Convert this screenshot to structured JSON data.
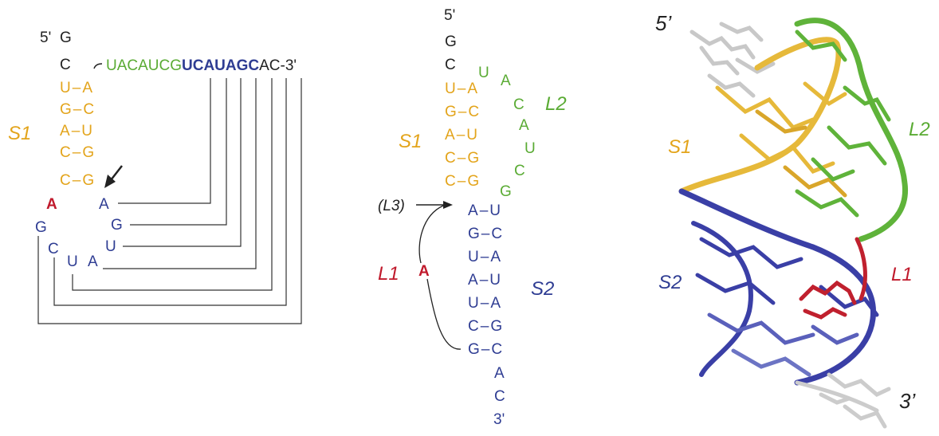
{
  "colors": {
    "black": "#222222",
    "orange": "#e3a41b",
    "green": "#5aab34",
    "blue": "#2f3d93",
    "red": "#c01a2c",
    "grey": "#c8c8c8",
    "blue_light": "#6c74c4"
  },
  "panel_a": {
    "five_prime": "5'",
    "g_top": "G",
    "c_top": "C",
    "strand_green": "UACAUCG",
    "strand_blue": "UCAUAGC",
    "strand_end": "AC-3'",
    "s1_pairs": [
      {
        "left": "U",
        "right": "A"
      },
      {
        "left": "G",
        "right": "C"
      },
      {
        "left": "A",
        "right": "U"
      },
      {
        "left": "C",
        "right": "G"
      },
      {
        "left": "C",
        "right": "G"
      }
    ],
    "s1_label": "S1",
    "a_red": "A",
    "a_blue": "A",
    "g_blue": "G",
    "u_blue": "U",
    "loop_g": "G",
    "loop_c": "C",
    "loop_u": "U",
    "loop_a": "A"
  },
  "panel_b": {
    "five_prime": "5'",
    "g_top": "G",
    "c_top": "C",
    "s1_pairs": [
      {
        "left": "U",
        "right": "A"
      },
      {
        "left": "G",
        "right": "C"
      },
      {
        "left": "A",
        "right": "U"
      },
      {
        "left": "C",
        "right": "G"
      },
      {
        "left": "C",
        "right": "G"
      }
    ],
    "l2_bases": [
      "U",
      "A",
      "C",
      "A",
      "U",
      "C",
      "G"
    ],
    "s2_pairs": [
      {
        "left": "A",
        "right": "U"
      },
      {
        "left": "G",
        "right": "C"
      },
      {
        "left": "U",
        "right": "A"
      },
      {
        "left": "A",
        "right": "U"
      },
      {
        "left": "U",
        "right": "A"
      },
      {
        "left": "C",
        "right": "G"
      },
      {
        "left": "G",
        "right": "C"
      }
    ],
    "tail": [
      "A",
      "C"
    ],
    "three_prime": "3'",
    "s1_label": "S1",
    "l2_label": "L2",
    "s2_label": "S2",
    "l1_label": "L1",
    "l3_label": "(L3)",
    "a_red": "A"
  },
  "panel_c": {
    "five_prime": "5’",
    "three_prime": "3’",
    "s1_label": "S1",
    "l2_label": "L2",
    "s2_label": "S2",
    "l1_label": "L1"
  }
}
